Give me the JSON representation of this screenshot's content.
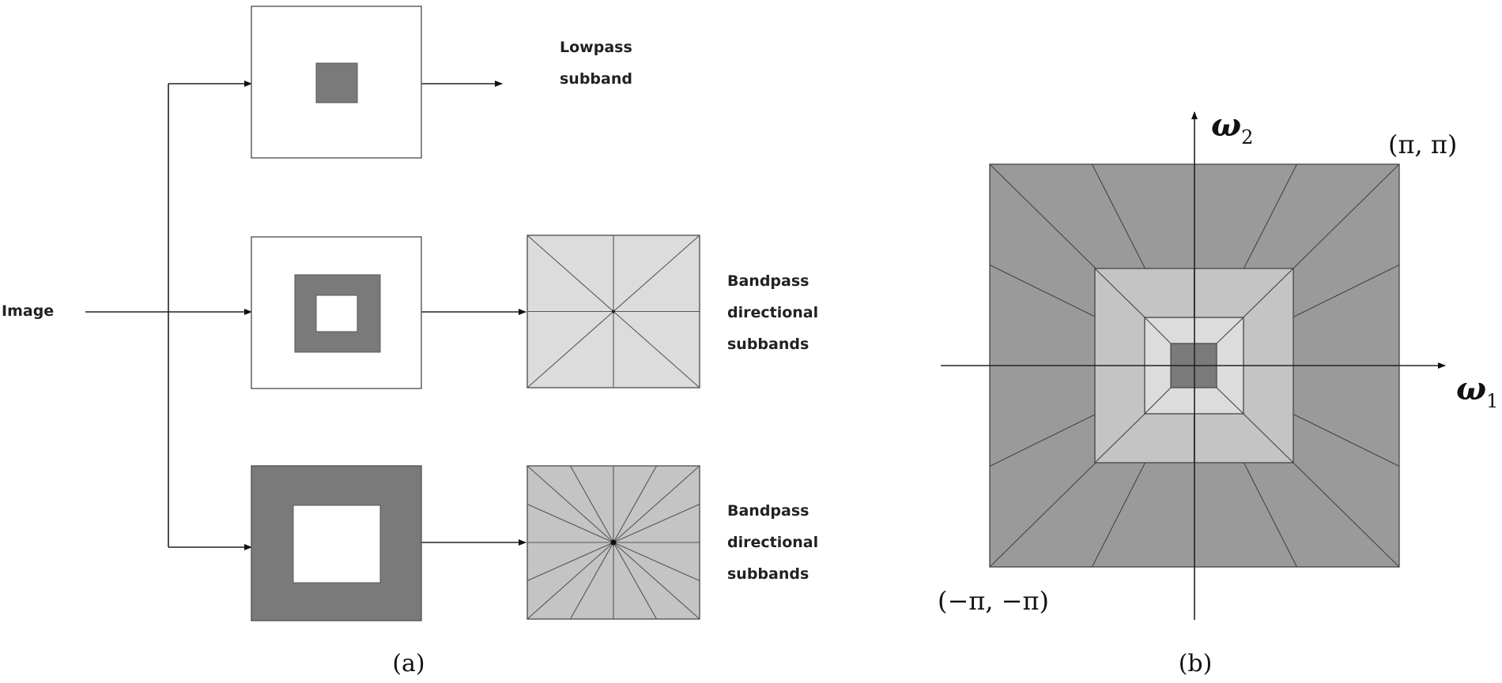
{
  "panel_a": {
    "caption": "(a)",
    "input_label": "Image",
    "outputs": [
      {
        "lines": [
          "Lowpass",
          "subband"
        ]
      },
      {
        "lines": [
          "Bandpass",
          "directional",
          "subbands"
        ]
      },
      {
        "lines": [
          "Bandpass",
          "directional",
          "subbands"
        ]
      }
    ]
  },
  "panel_b": {
    "caption": "(b)",
    "axis_h_symbol": "ω",
    "axis_h_subscript": "1",
    "axis_v_symbol": "ω",
    "axis_v_subscript": "2",
    "corner_upper_right": "(π, π)",
    "corner_lower_left": "(−π, −π)"
  },
  "colors": {
    "dark": "#7a7a7a",
    "medium": "#9a9a9a",
    "light": "#c4c4c4",
    "lighter": "#dcdcdc",
    "white": "#ffffff",
    "stroke": "#444444"
  }
}
